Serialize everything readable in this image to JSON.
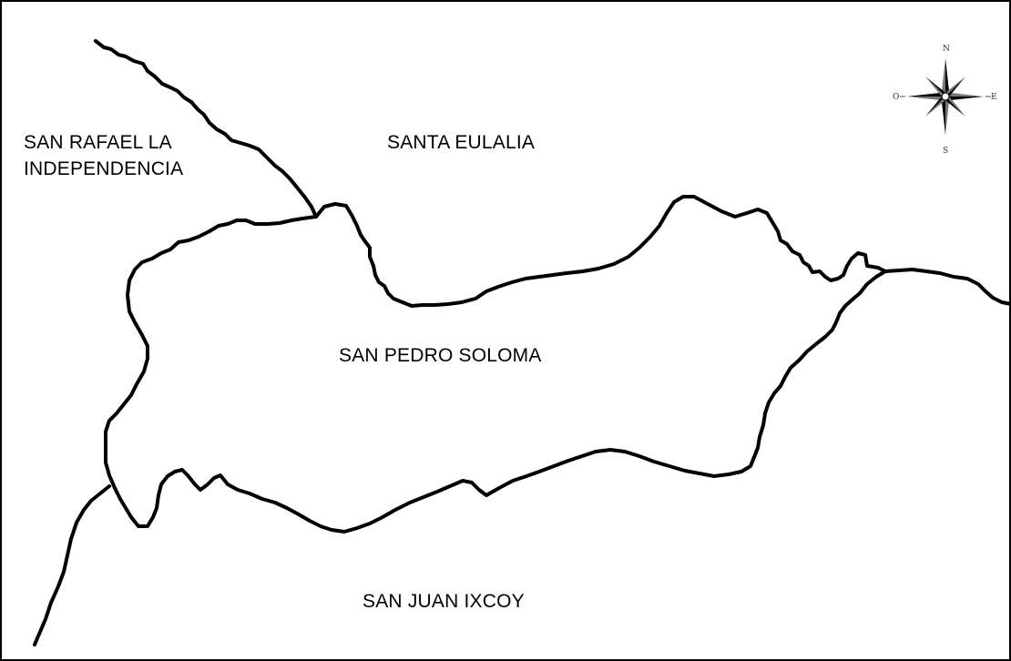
{
  "map": {
    "regions": {
      "san_rafael_line1": "SAN RAFAEL LA",
      "san_rafael_line2": "INDEPENDENCIA",
      "santa_eulalia": "SANTA EULALIA",
      "san_pedro_soloma": "SAN PEDRO SOLOMA",
      "san_juan_ixcoy": "SAN JUAN IXCOY"
    },
    "compass": {
      "icon": "compass-rose-icon",
      "north": "N",
      "south": "S",
      "east": "E",
      "west": "O"
    },
    "colors": {
      "line": "#000000",
      "background": "#ffffff"
    }
  }
}
